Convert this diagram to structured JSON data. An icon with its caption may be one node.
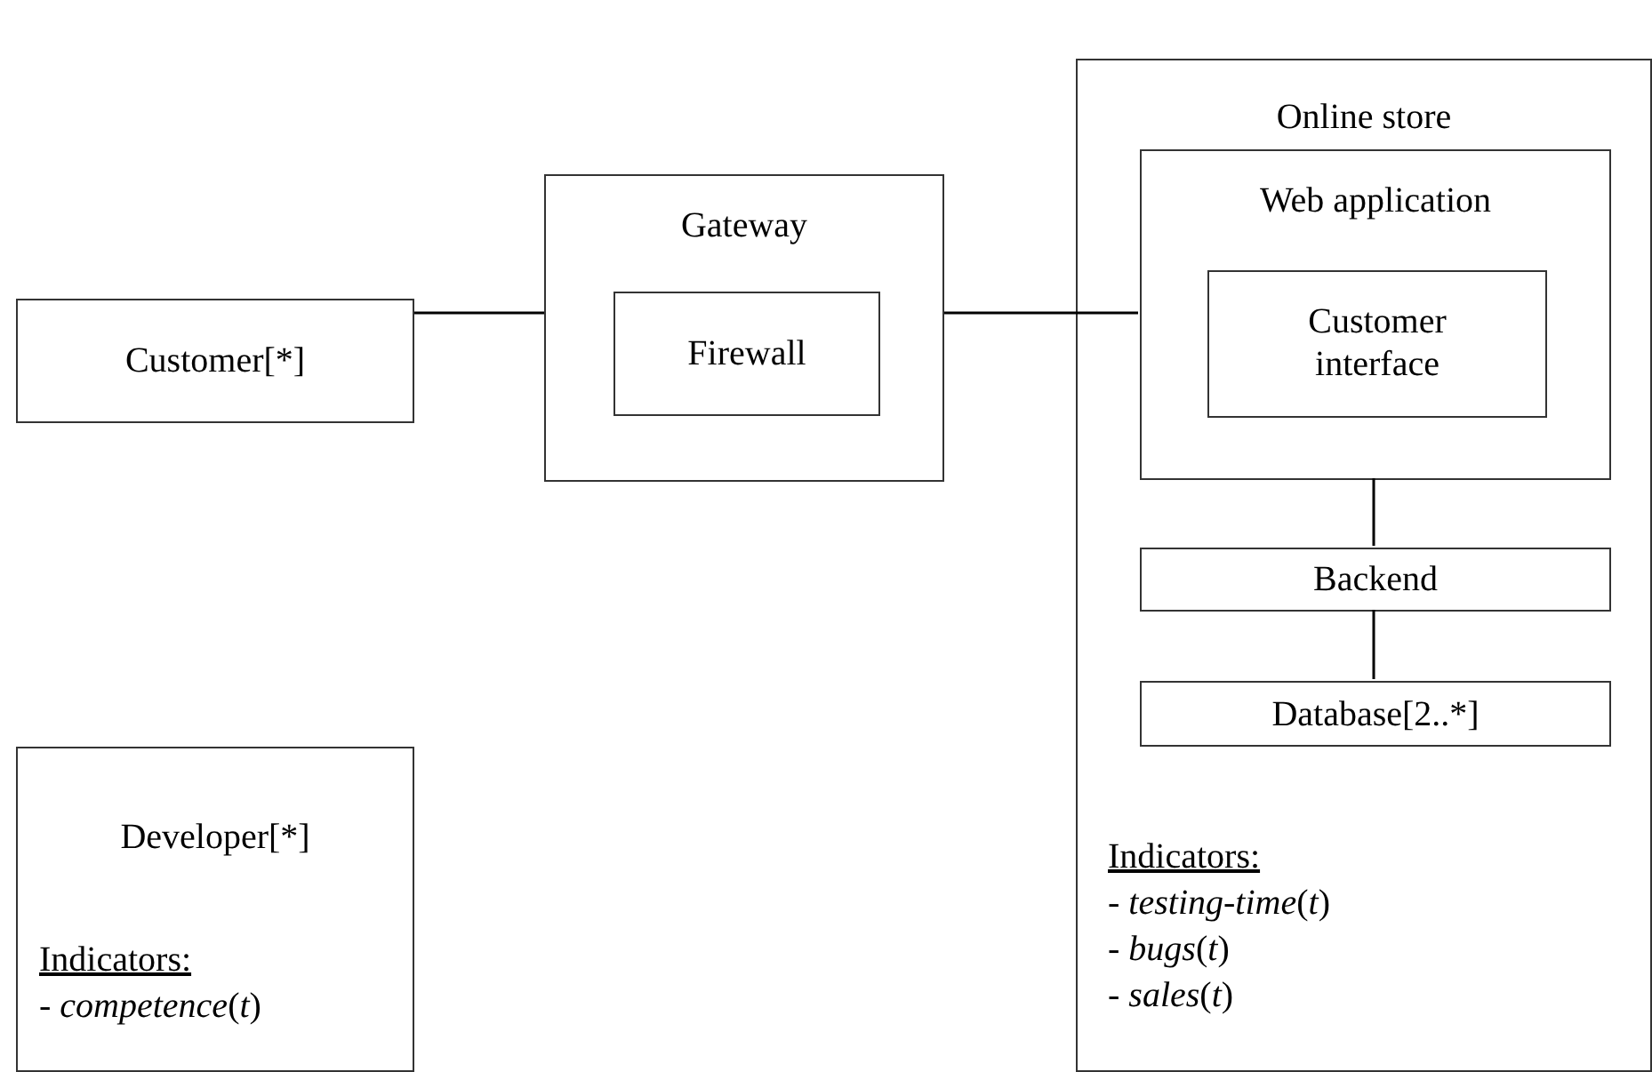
{
  "diagram": {
    "nodes": [
      {
        "text": [
          "Customer[*]"
        ]
      },
      {
        "text": [
          "Gateway"
        ]
      },
      {
        "text": [
          "Firewall"
        ],
        "in": 1
      },
      {
        "text": [
          "Online store",
          "Indicators:",
          "- *testing-time*(*t*)",
          "- *bugs*(*t*)",
          "- *sales*(*t*)"
        ]
      },
      {
        "text": [
          "Web application"
        ],
        "in": 3
      },
      {
        "text": [
          "Customer interface"
        ],
        "in": 4
      },
      {
        "text": [
          "Backend"
        ],
        "in": 3
      },
      {
        "text": [
          "Database[2..*]"
        ],
        "in": 3
      },
      {
        "text": [
          "Developer[*]",
          "Indicators:",
          "- *competence*(*t*)"
        ]
      }
    ],
    "edges": [
      {
        "from": 0,
        "to": 1,
        "arrow": "none"
      },
      {
        "from": 1,
        "to": 4,
        "arrow": "none"
      },
      {
        "from": 4,
        "to": 6,
        "arrow": "none"
      },
      {
        "from": 6,
        "to": 7,
        "arrow": "none"
      }
    ]
  }
}
